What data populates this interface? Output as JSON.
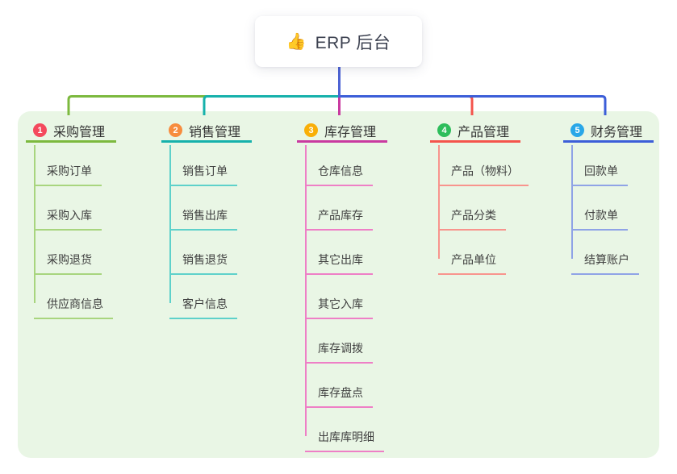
{
  "root": {
    "label": "ERP 后台",
    "icon": "thumbs-up",
    "line_color": "#4d63d4"
  },
  "panel": {
    "bg": "#e9f6e5"
  },
  "branches": [
    {
      "badge": "1",
      "label": "采购管理",
      "badge_color": "#f4495d",
      "color": "#7cb93e",
      "light_color": "#a8d57e",
      "items": [
        "采购订单",
        "采购入库",
        "采购退货",
        "供应商信息"
      ]
    },
    {
      "badge": "2",
      "label": "销售管理",
      "badge_color": "#f78c3e",
      "color": "#16b1ab",
      "light_color": "#5ed1ca",
      "items": [
        "销售订单",
        "销售出库",
        "销售退货",
        "客户信息"
      ]
    },
    {
      "badge": "3",
      "label": "库存管理",
      "badge_color": "#f9af08",
      "color": "#c93aa0",
      "light_color": "#ee7fc6",
      "items": [
        "仓库信息",
        "产品库存",
        "其它出库",
        "其它入库",
        "库存调拨",
        "库存盘点",
        "出库库明细"
      ]
    },
    {
      "badge": "4",
      "label": "产品管理",
      "badge_color": "#2dbd5b",
      "color": "#f4544c",
      "light_color": "#f8948d",
      "items": [
        "产品（物料）",
        "产品分类",
        "产品单位"
      ]
    },
    {
      "badge": "5",
      "label": "财务管理",
      "badge_color": "#29a7e8",
      "color": "#3c5ed8",
      "light_color": "#8fa3e6",
      "items": [
        "回款单",
        "付款单",
        "结算账户"
      ]
    }
  ]
}
